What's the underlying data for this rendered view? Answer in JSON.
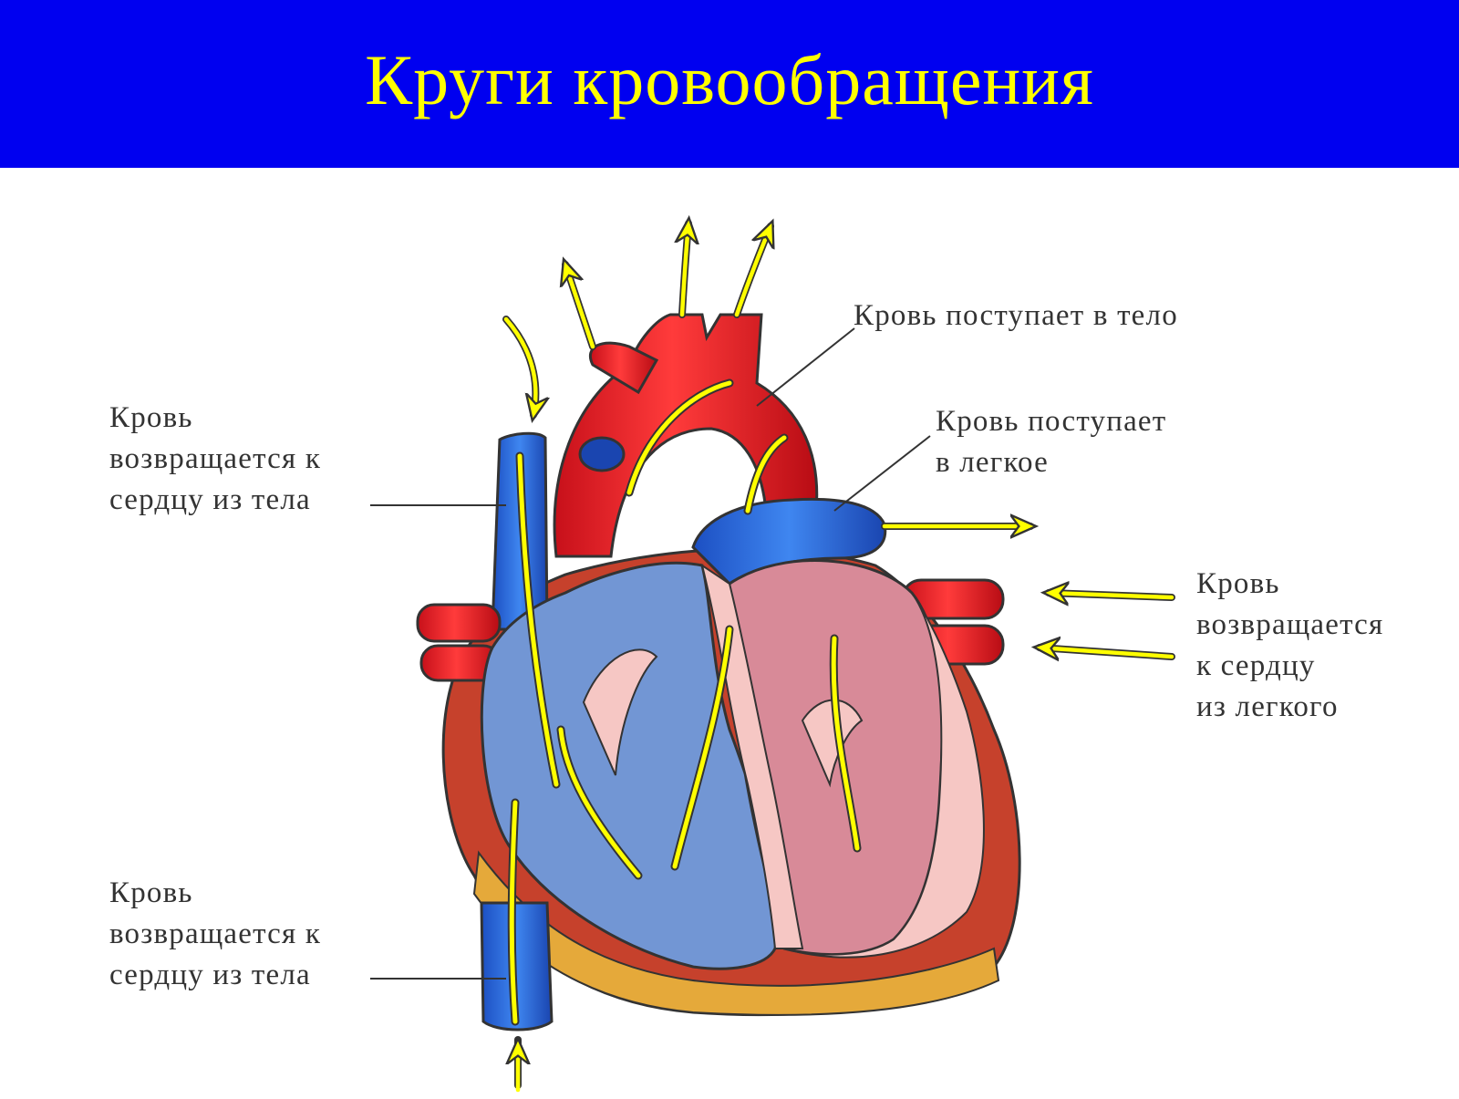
{
  "slide": {
    "title": "Круги кровообращения"
  },
  "labels": {
    "body_return_upper": [
      "Кровь",
      "возвращается к",
      "сердцу из тела"
    ],
    "body_return_lower": [
      "Кровь",
      "возвращается к",
      "сердцу из тела"
    ],
    "to_body": [
      "Кровь поступает в тело"
    ],
    "to_lung": [
      "Кровь поступает",
      "в легкое"
    ],
    "from_lung": [
      "Кровь",
      "возвращается",
      "к сердцу",
      "из легкого"
    ]
  },
  "colors": {
    "title_background": "#0000f0",
    "title_text": "#ffff00",
    "oxygenated_blood": "#e8202a",
    "deoxygenated_blood": "#2a63d6",
    "flow_arrows": "#ffff00",
    "label_text": "#333333"
  }
}
